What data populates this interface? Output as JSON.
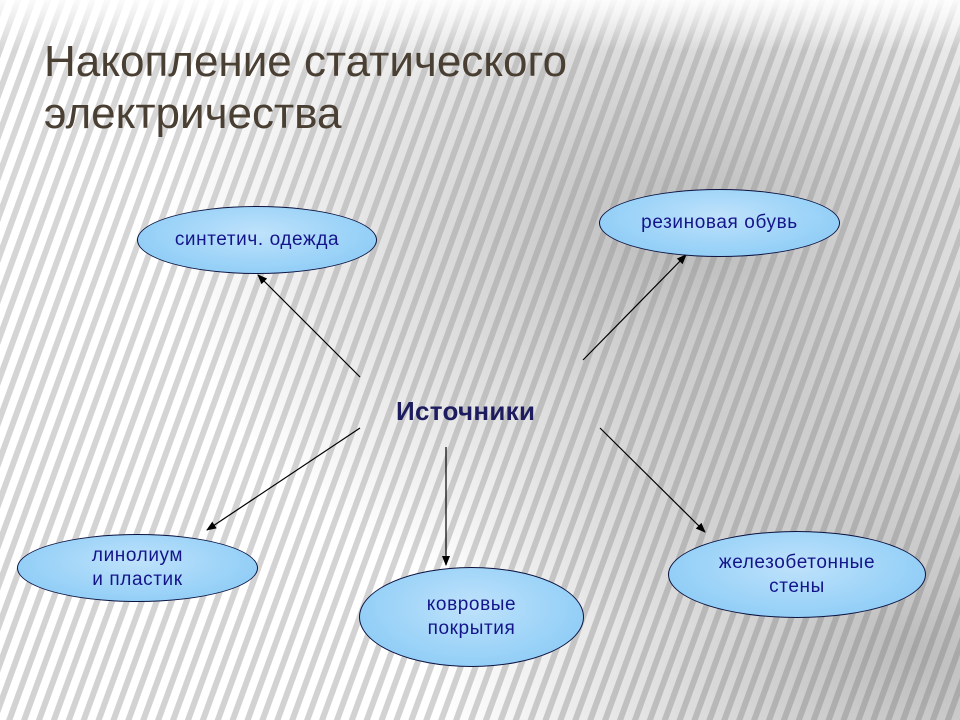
{
  "title": {
    "line1": "Накопление статического",
    "line2": "электричества"
  },
  "center_label": "Источники",
  "nodes": {
    "synthetic_clothing": "синтетич. одежда",
    "rubber_shoes": "резиновая обувь",
    "linoleum_line1": "линолиум",
    "linoleum_line2": "и пластик",
    "carpet_line1": "ковровые",
    "carpet_line2": "покрытия",
    "concrete_line1": "железобетонные",
    "concrete_line2": "стены"
  },
  "colors": {
    "node_fill": "#9cd3f8",
    "node_border": "#0c1340",
    "node_text": "#15158a",
    "center_text": "#1c1c5e",
    "title_text": "#4a3f33",
    "arrow": "#000000"
  }
}
